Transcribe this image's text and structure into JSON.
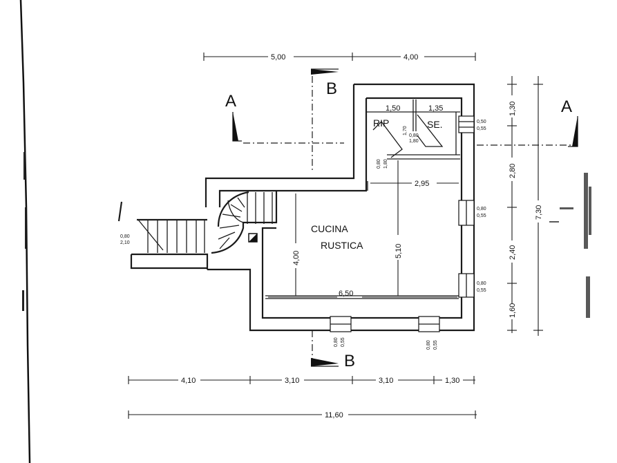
{
  "plan": {
    "rooms": {
      "kitchen_line1": "CUCINA",
      "kitchen_line2": "RUSTICA",
      "storage": "RIP",
      "toilet": "SE."
    },
    "section_markers": {
      "a_left": "A",
      "a_right": "A",
      "b_top": "B",
      "b_bottom": "B"
    },
    "dimensions_top": {
      "left": "5,00",
      "right": "4,00"
    },
    "dimensions_bottom_row1": {
      "seg1": "4,10",
      "seg2": "3,10",
      "seg3": "3,10",
      "seg4": "1,30"
    },
    "dimensions_bottom_total": "11,60",
    "dimensions_right_chain": {
      "seg1": "1,30",
      "seg2": "2,80",
      "seg3": "2,40",
      "seg4": "1,60"
    },
    "dimension_right_total": "7,30",
    "interior_dimensions": {
      "storage_width": "1,50",
      "toilet_width": "1,35",
      "kitchen_width_top": "2,95",
      "kitchen_width_bottom": "6,50",
      "kitchen_depth_left": "4,00",
      "kitchen_depth_right": "5,10",
      "storage_height": "1,70"
    },
    "openings": {
      "window_toilet_w": "0,50",
      "window_toilet_h": "0,55",
      "window_right1_w": "0,80",
      "window_right1_h": "0,55",
      "window_right2_w": "0,80",
      "window_right2_h": "0,55",
      "window_bottom1_w": "0,80",
      "window_bottom1_h": "0,55",
      "window_bottom2_w": "0,80",
      "window_bottom2_h": "0,55",
      "stair_door_w": "0,80",
      "stair_door_h": "2,10",
      "storage_door_w": "0,80",
      "storage_door_h": "1,80",
      "inner_door_w": "0,80",
      "inner_door_h": "1,80"
    }
  }
}
